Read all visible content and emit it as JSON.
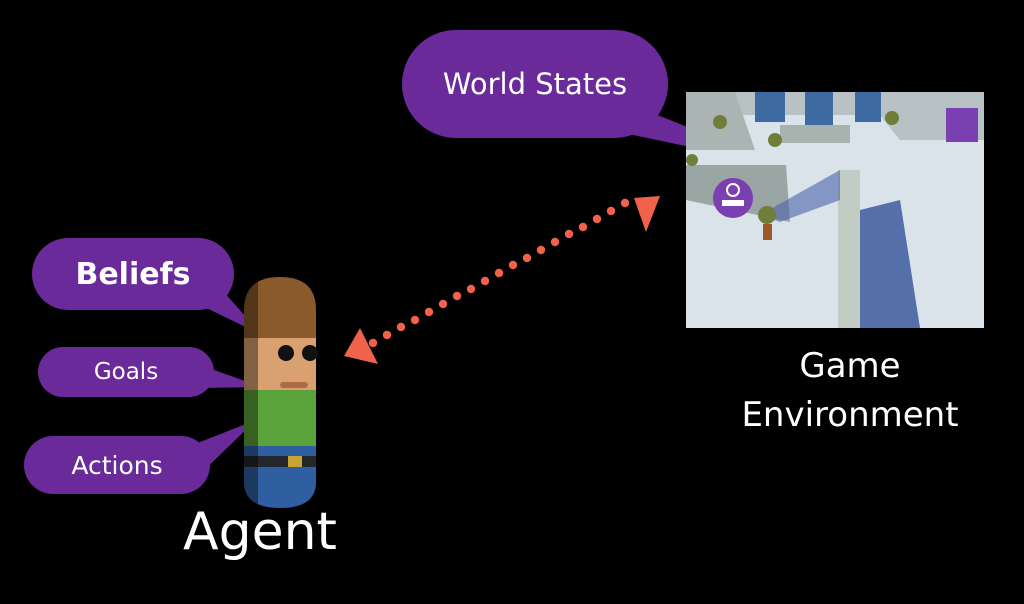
{
  "bubbles": {
    "world_states": "World States",
    "beliefs": "Beliefs",
    "goals": "Goals",
    "actions": "Actions"
  },
  "labels": {
    "agent": "Agent",
    "environment_line1": "Game",
    "environment_line2": "Environment"
  },
  "colors": {
    "bubble": "#6a2a9a",
    "arrow": "#f0624a"
  }
}
